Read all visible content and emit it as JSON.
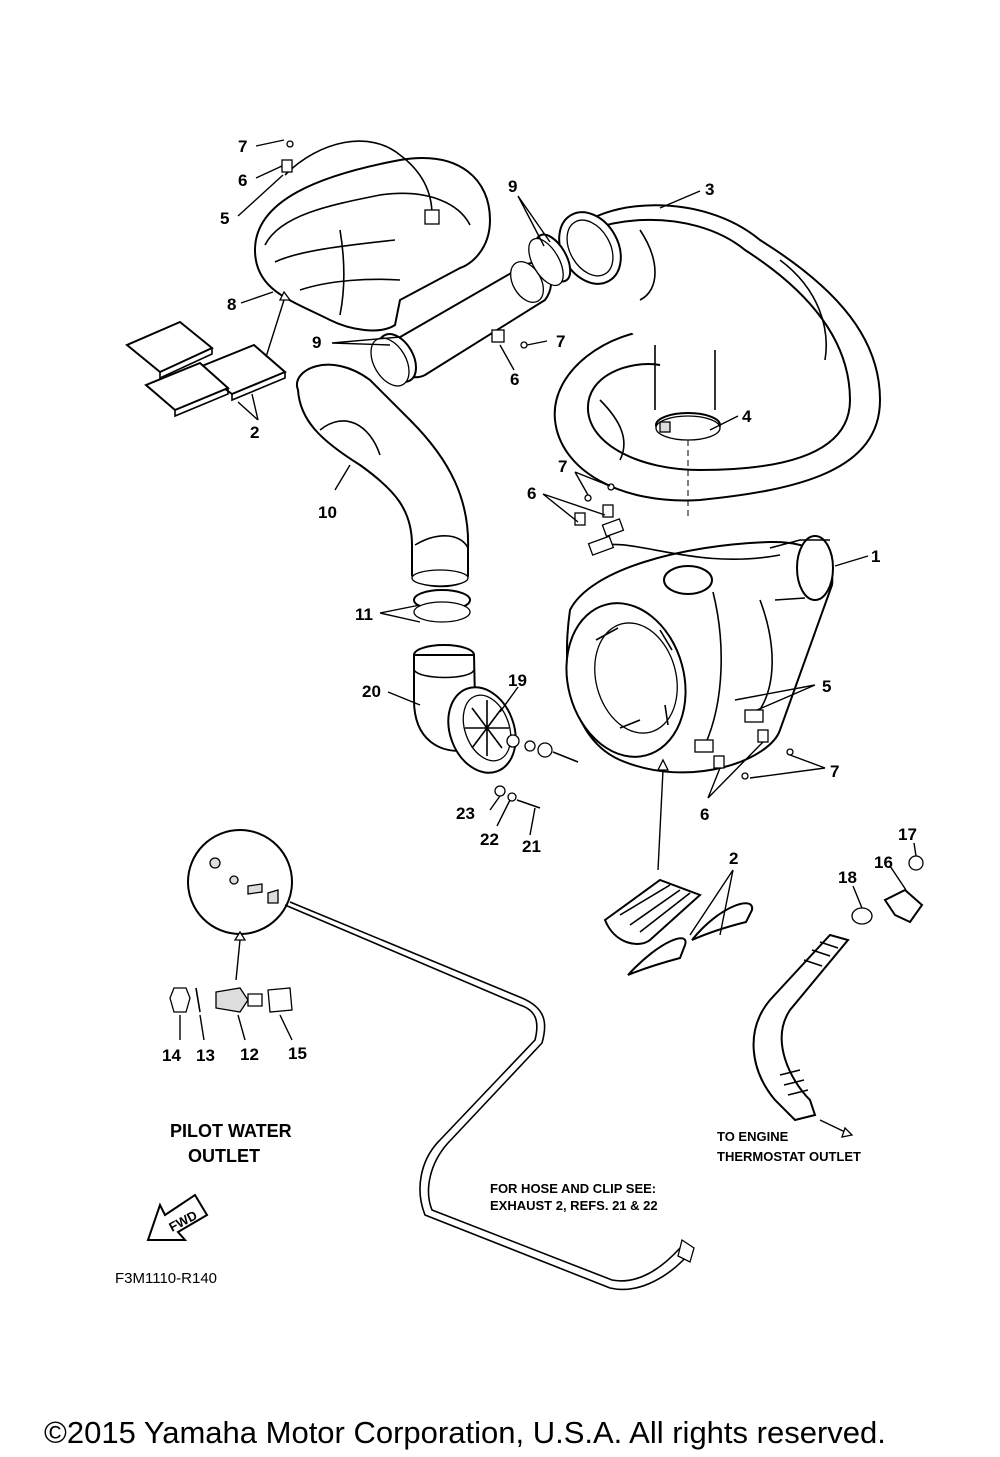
{
  "callouts": {
    "c1": "1",
    "c2a": "2",
    "c2b": "2",
    "c3": "3",
    "c4": "4",
    "c5a": "5",
    "c5b": "5",
    "c6a": "6",
    "c6b": "6",
    "c6c": "6",
    "c6d": "6",
    "c7a": "7",
    "c7b": "7",
    "c7c": "7",
    "c7d": "7",
    "c8": "8",
    "c9a": "9",
    "c9b": "9",
    "c10": "10",
    "c11": "11",
    "c12": "12",
    "c13": "13",
    "c14": "14",
    "c15": "15",
    "c16": "16",
    "c17": "17",
    "c18": "18",
    "c19": "19",
    "c20": "20",
    "c21": "21",
    "c22": "22",
    "c23": "23"
  },
  "notes": {
    "pilot_water_line1": "PILOT WATER",
    "pilot_water_line2": "OUTLET",
    "to_engine_line1": "TO ENGINE",
    "to_engine_line2": "THERMOSTAT OUTLET",
    "hose_clip_line1": "FOR HOSE AND CLIP SEE:",
    "hose_clip_line2": "EXHAUST 2, REFS. 21 & 22",
    "fwd": "FWD",
    "figure_code": "F3M1110-R140"
  },
  "copyright": "©2015 Yamaha Motor Corporation, U.S.A. All rights reserved."
}
